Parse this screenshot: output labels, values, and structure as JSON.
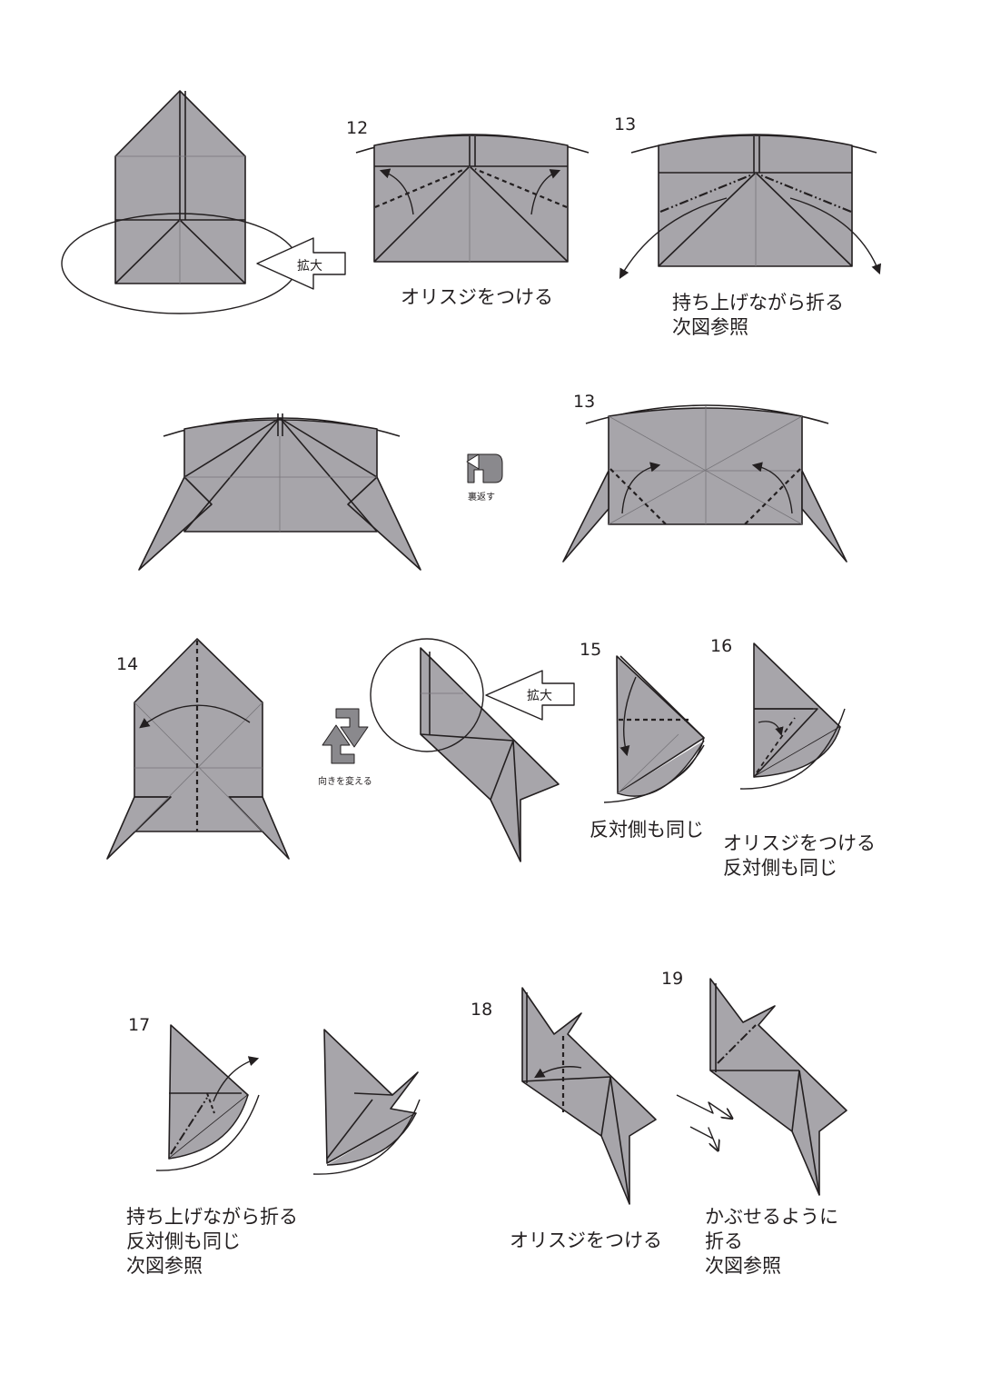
{
  "steps": {
    "s12": "12",
    "s13a": "13",
    "s13b": "13",
    "s14": "14",
    "s15": "15",
    "s16": "16",
    "s17": "17",
    "s18": "18",
    "s19": "19"
  },
  "captions": {
    "c12": [
      "オリスジをつける"
    ],
    "c13": [
      "持ち上げながら折る",
      "次図参照"
    ],
    "c15": [
      "反対側も同じ"
    ],
    "c16": [
      "オリスジをつける",
      "反対側も同じ"
    ],
    "c17": [
      "持ち上げながら折る",
      "反対側も同じ",
      "次図参照"
    ],
    "c18": [
      "オリスジをつける"
    ],
    "c19": [
      "かぶせるように",
      "折る",
      "次図参照"
    ]
  },
  "symbols": {
    "zoom1": "拡大",
    "zoom2": "拡大",
    "turn_over": "裏返す",
    "rotate": "向きを変える"
  },
  "colors": {
    "paper": "#a7a5aa",
    "line": "#231f20",
    "crease": "#77757a",
    "symbol": "#8a898d"
  }
}
